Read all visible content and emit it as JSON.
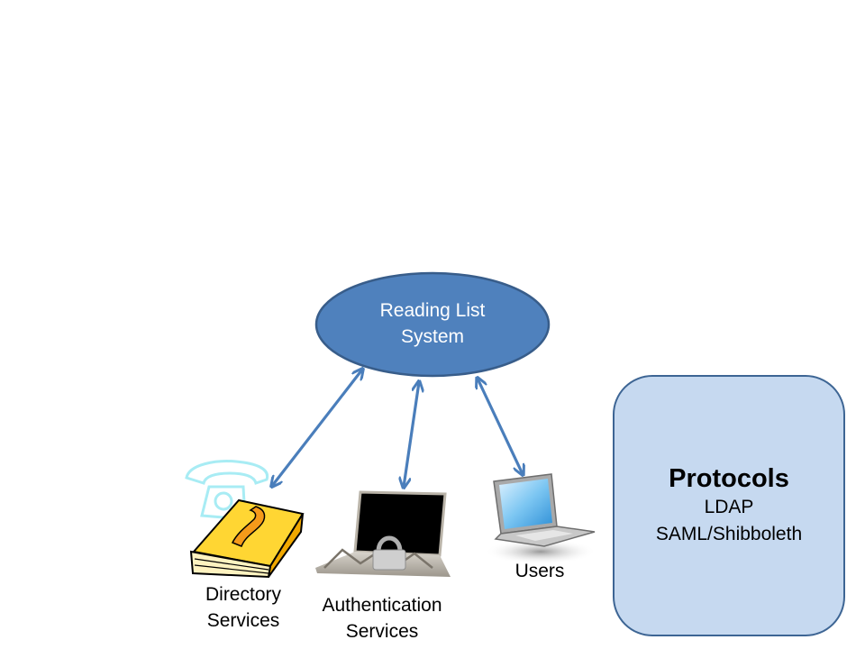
{
  "diagram": {
    "central_node": {
      "line1": "Reading List",
      "line2": "System"
    },
    "nodes": [
      {
        "id": "directory",
        "line1": "Directory",
        "line2": "Services",
        "icon": "phonebook-icon"
      },
      {
        "id": "auth",
        "line1": "Authentication",
        "line2": "Services",
        "icon": "locked-laptop-icon"
      },
      {
        "id": "users",
        "line1": "Users",
        "icon": "laptop-icon"
      }
    ],
    "edges": [
      {
        "from": "central_node",
        "to": "directory",
        "bidirectional": true
      },
      {
        "from": "central_node",
        "to": "auth",
        "bidirectional": true
      },
      {
        "from": "central_node",
        "to": "users",
        "bidirectional": true
      }
    ],
    "protocols_box": {
      "title": "Protocols",
      "items": [
        "LDAP",
        "SAML/Shibboleth"
      ]
    },
    "colors": {
      "ellipse_fill": "#4f81bd",
      "ellipse_stroke": "#385d8a",
      "arrow": "#4a7ebb",
      "box_fill": "#c6d9f0",
      "box_stroke": "#3d6594"
    }
  }
}
